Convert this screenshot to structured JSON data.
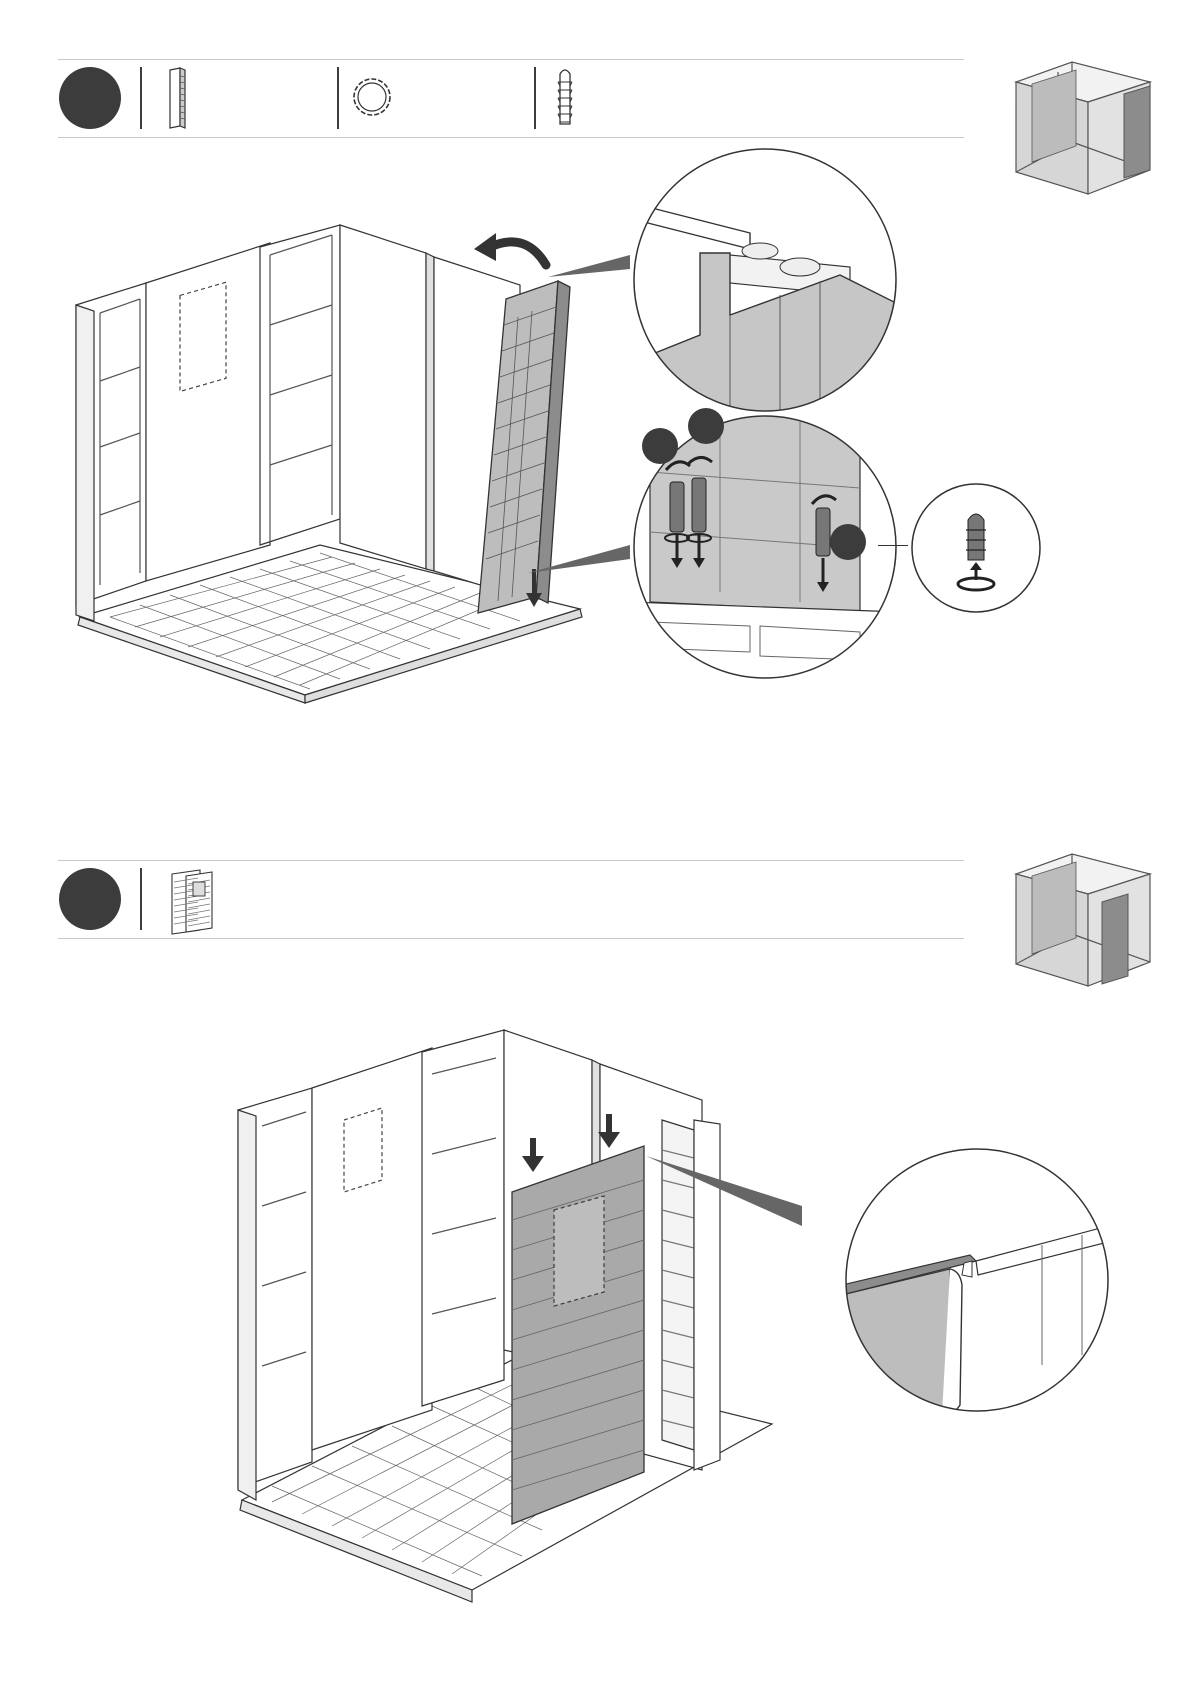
{
  "page": {
    "colors": {
      "ink": "#333333",
      "panel_fill": "#bdbdbd",
      "panel_dark": "#8c8c8c",
      "badge": "#3c3c3c",
      "rule": "#c9c9c9",
      "paper": "#ffffff"
    }
  },
  "steps": [
    {
      "parts": [
        {
          "icon": "wall-panel-strip-icon"
        },
        {
          "icon": "ring-washer-icon"
        },
        {
          "icon": "plastic-dowel-icon"
        }
      ],
      "overview_icon": "shed-overview-icon",
      "detail_callouts": [
        "corner-joint-detail",
        "dowel-insert-detail",
        "dowel-washer-detail"
      ]
    },
    {
      "parts": [
        {
          "icon": "window-wall-panel-icon"
        }
      ],
      "overview_icon": "shed-overview-icon",
      "detail_callouts": [
        "panel-edge-joint-detail"
      ]
    }
  ]
}
